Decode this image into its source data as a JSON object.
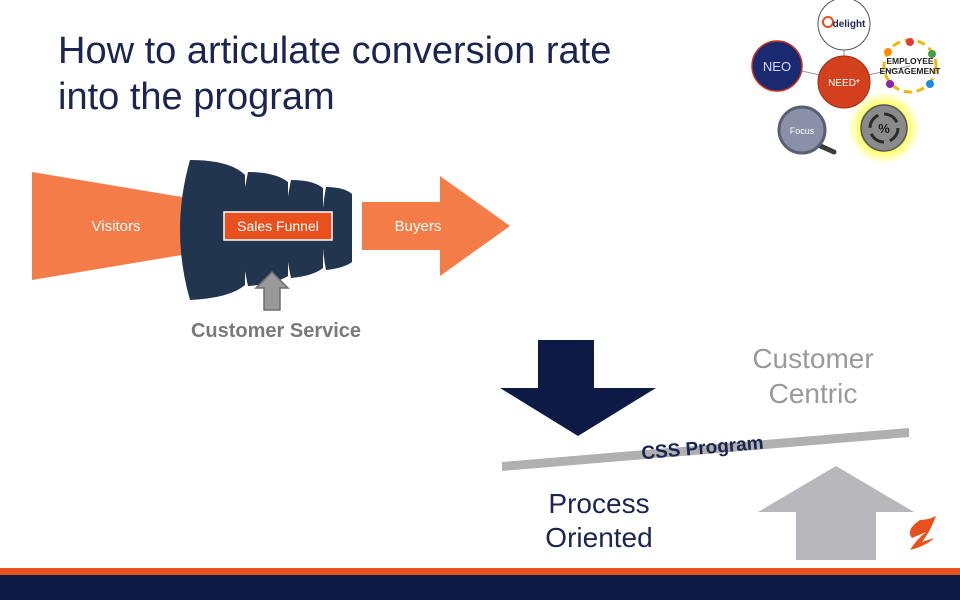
{
  "slide": {
    "title_line1": "How to articulate conversion rate",
    "title_line2": "into the program"
  },
  "funnel": {
    "input_label": "Visitors",
    "center_label": "Sales Funnel",
    "output_label": "Buyers",
    "support_label": "Customer Service"
  },
  "balance": {
    "beam_label": "CSS Program",
    "left_label_line1": "Process",
    "left_label_line2": "Oriented",
    "right_label_line1": "Customer",
    "right_label_line2": "Centric"
  },
  "cluster": {
    "center": "NEED*",
    "top": "delight",
    "left": "NEO",
    "right_line1": "EMPLOYEE",
    "right_line2": "ENGAGEMENT",
    "bottom_left": "Focus",
    "bottom_right": "%"
  },
  "colors": {
    "orange": "#f47c48",
    "navy": "#1b2550",
    "funnel": "#22354f",
    "gray_arrow": "#b8b8bc",
    "beam": "#b0b0b0",
    "footer_orange": "#e8501e",
    "footer_navy": "#0d1a45",
    "need_red": "#d2401e",
    "focus_gray": "#8a90a8",
    "highlight_yellow": "#ffff33"
  },
  "icons": {
    "brand": "brand-flame-icon",
    "magnifier": "magnifier-icon",
    "cycle": "cycle-percent-icon"
  }
}
